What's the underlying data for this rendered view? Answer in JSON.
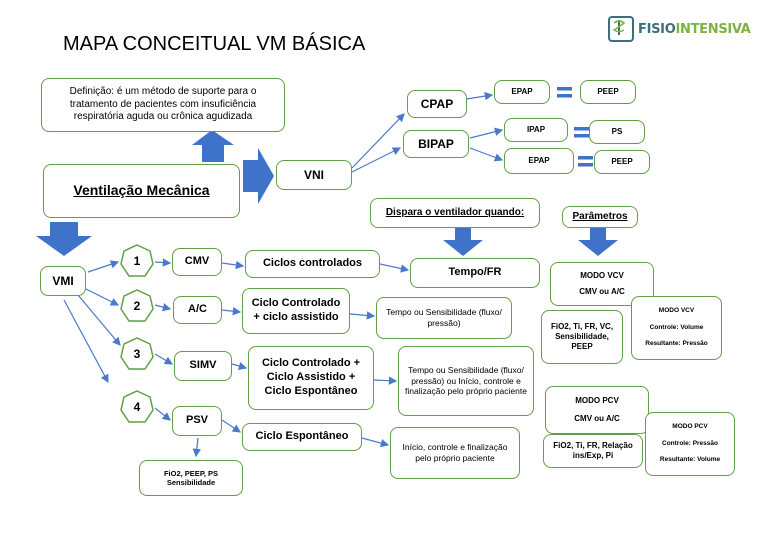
{
  "title": "MAPA CONCEITUAL VM BÁSICA",
  "logo": {
    "name": "FISIOINTENSIVA",
    "name_a": "FISIO",
    "name_b": "INTENSIVA"
  },
  "colors": {
    "border": "#5fa046",
    "arrow_fill": "#3f73c9",
    "line": "#4a79c9"
  },
  "definicao": "Definição: é um método de suporte para o tratamento de pacientes com insuficiência respiratória aguda ou crônica agudizada",
  "ventilacao_mecanica": "Ventilação Mecânica",
  "vni": {
    "label": "VNI",
    "cpap": {
      "label": "CPAP",
      "epap": "EPAP",
      "peep": "PEEP"
    },
    "bipap": {
      "label": "BIPAP",
      "ipap": "IPAP",
      "ps": "PS",
      "epap": "EPAP",
      "peep": "PEEP"
    }
  },
  "dispara": "Dispara o ventilador quando:",
  "parametros": "Parâmetros",
  "tempo_fr": "Tempo/FR",
  "vmi": {
    "label": "VMI",
    "modos": [
      {
        "num": "1",
        "modo": "CMV",
        "ciclo": "Ciclos controlados"
      },
      {
        "num": "2",
        "modo": "A/C",
        "ciclo": "Ciclo Controlado + ciclo assistido",
        "disparo": "Tempo ou Sensibilidade (fluxo/ pressão)"
      },
      {
        "num": "3",
        "modo": "SIMV",
        "ciclo": "Ciclo Controlado + Ciclo Assistido + Ciclo Espontâneo",
        "disparo": "Tempo ou Sensibilidade (fluxo/ pressão) ou Início, controle e finalização pelo próprio paciente"
      },
      {
        "num": "4",
        "modo": "PSV",
        "ciclo": "Ciclo Espontâneo",
        "disparo": "Início, controle e finalização pelo próprio paciente"
      }
    ],
    "psv_params": "FiO2, PEEP, PS Sensibilidade"
  },
  "modo_vcv": {
    "title": "MODO VCV",
    "subtitle": "CMV ou A/C",
    "params": "FiO2, Ti, FR, VC, Sensibilidade, PEEP",
    "detail_title": "MODO VCV",
    "controle": "Controle: Volume",
    "resultante": "Resultante: Pressão"
  },
  "modo_pcv": {
    "title": "MODO PCV",
    "subtitle": "CMV ou A/C",
    "params": "FiO2, Ti, FR, Relação ins/Exp, Pi",
    "detail_title": "MODO PCV",
    "controle": "Controle: Pressão",
    "resultante": "Resultante: Volume"
  }
}
